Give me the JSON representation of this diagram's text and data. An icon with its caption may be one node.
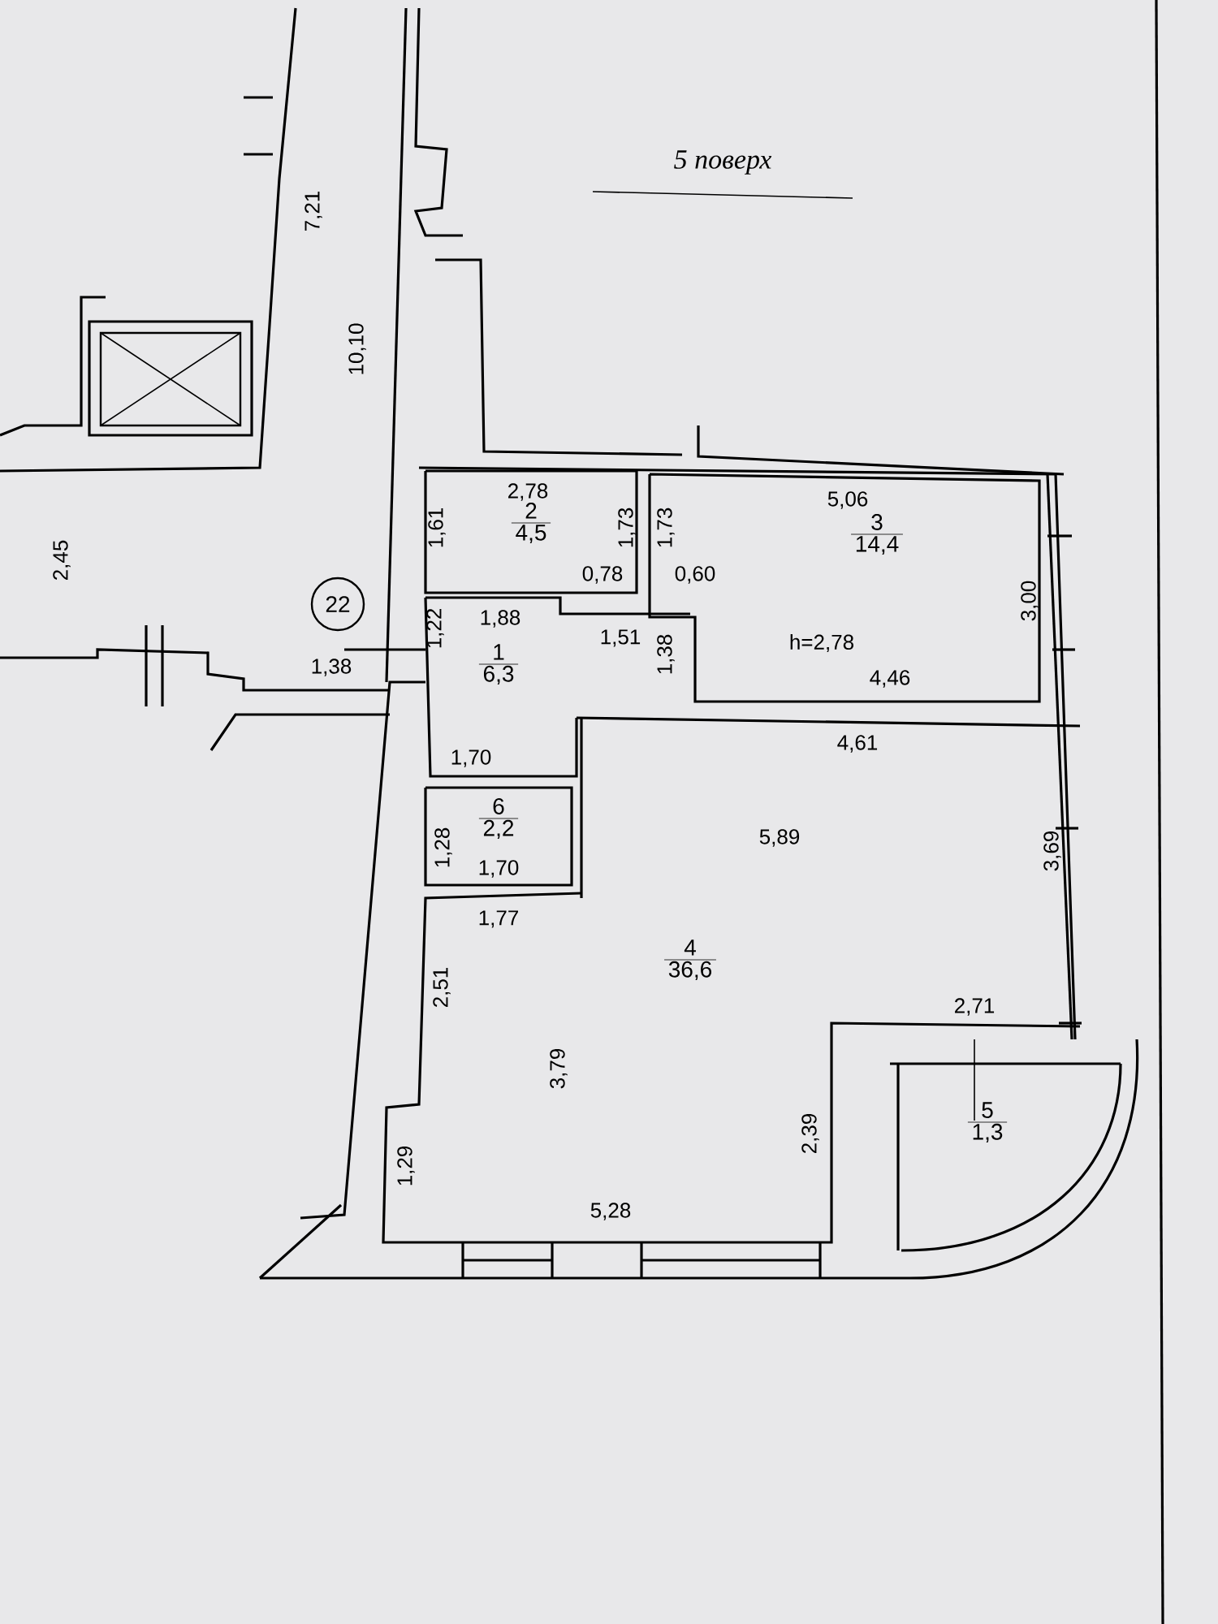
{
  "diagram": {
    "title": "5 поверх",
    "nodes": [
      {
        "text": [
          "2",
          "4,5"
        ]
      },
      {
        "text": [
          "3",
          "14,4"
        ]
      },
      {
        "text": [
          "22"
        ]
      },
      {
        "text": [
          "1",
          "6,3"
        ]
      },
      {
        "text": [
          "6",
          "2,2"
        ]
      },
      {
        "text": [
          "4",
          "36,6"
        ]
      },
      {
        "text": [
          "5",
          "1,3"
        ]
      }
    ],
    "labels": [
      "7,21",
      "10,10",
      "2,78",
      "1,61",
      "1,73",
      "1,73",
      "5,06",
      "2,45",
      "0,78",
      "0,60",
      "3,00",
      "1,88",
      "1,22",
      "1,51",
      "1,38",
      "1,38",
      "h=2,78",
      "4,46",
      "4,61",
      "1,70",
      "1,28",
      "5,89",
      "1,70",
      "3,69",
      "1,77",
      "2,51",
      "3,79",
      "2,71",
      "2,39",
      "1,29",
      "5,28"
    ]
  }
}
